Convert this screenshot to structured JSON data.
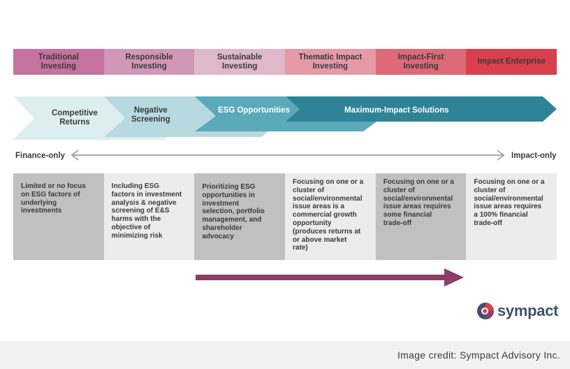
{
  "categories": [
    "Traditional\nInvesting",
    "Responsible\nInvesting",
    "Sustainable\nInvesting",
    "Thematic Impact\nInvesting",
    "Impact-First\nInvesting",
    "Impact Enterprise"
  ],
  "approaches": [
    "Competitive\nReturns",
    "Negative\nScreening",
    "ESG Opportunities",
    "Maximum-Impact Solutions"
  ],
  "spectrum": {
    "left_label": "Finance-only",
    "right_label": "Impact-only"
  },
  "descriptions": [
    "Limited or no focus\non ESG factors of\nunderlying\ninvestments",
    "Including ESG\nfactors in investment\nanalysis & negative\nscreening of E&S\nharms with the\nobjective of\nminimizing risk",
    "Prioritizing ESG\nopportunities in\ninvestment\nselection, portfolio\nmanagement, and\nshareholder\nadvocacy",
    "Focusing on one or a\ncluster of\nsocial/environmental\nissue areas is a\ncommercial growth\nopportunity\n(produces returns at\nor above market\nrate)",
    "Focusing on one or a\ncluster of\nsocial/environmental\nissue areas requires\nsome financial\ntrade-off",
    "Focusing on one or a\ncluster of\nsocial/environmental\nissue areas requires\na 100% financial\ntrade-off"
  ],
  "logo": {
    "text": "sympact"
  },
  "credit": "Image credit: Sympact Advisory Inc.",
  "colors": {
    "chevron_1": "#ddeef1",
    "chevron_2": "#b7d9e0",
    "chevron_3": "#5aaab9",
    "chevron_4": "#2f8396",
    "bottom_arrow": "#8a3e68",
    "spectrum_arrow": "#a6a6a6"
  }
}
